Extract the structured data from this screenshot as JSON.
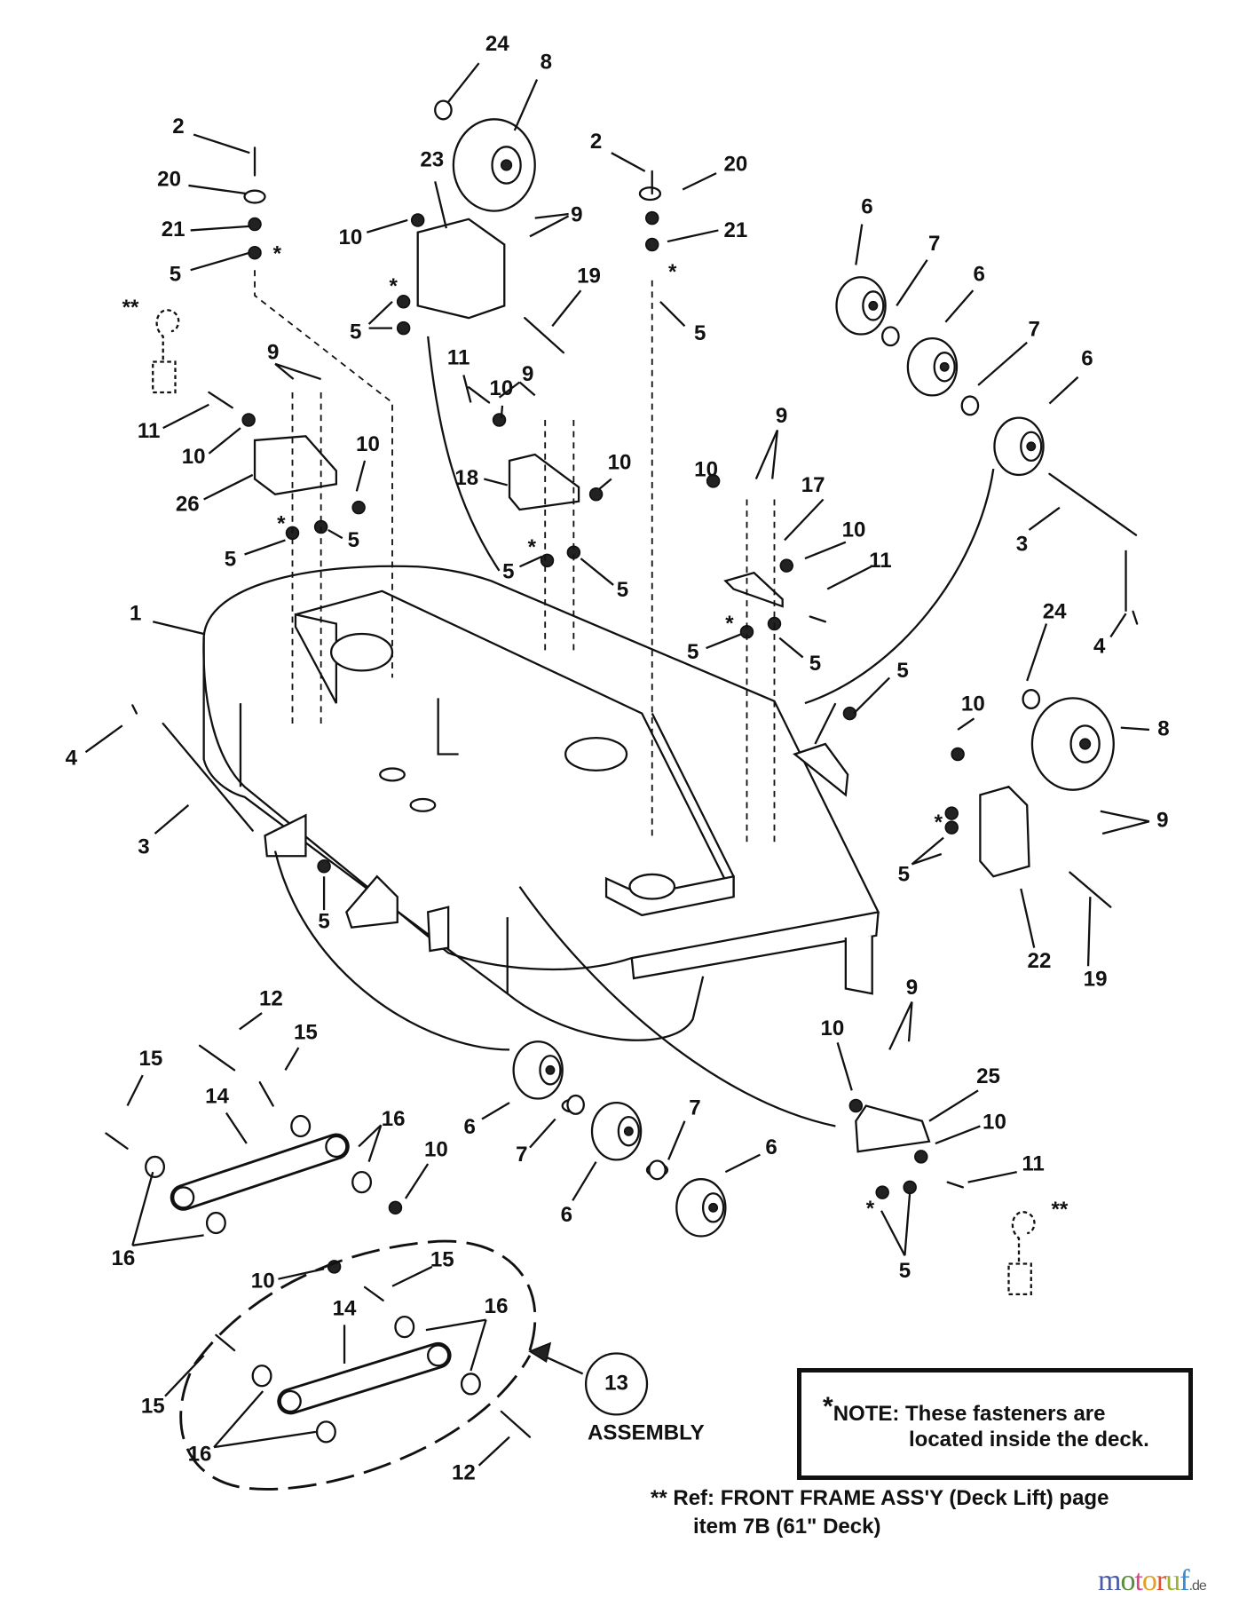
{
  "diagram": {
    "callouts": [
      "24",
      "8",
      "2",
      "20",
      "21",
      "5",
      "23",
      "10",
      "9",
      "5",
      "19",
      "2",
      "20",
      "21",
      "5",
      "6",
      "7",
      "6",
      "7",
      "6",
      "11",
      "10",
      "9",
      "18",
      "10",
      "5",
      "5",
      "9",
      "11",
      "10",
      "26",
      "10",
      "5",
      "5",
      "9",
      "10",
      "17",
      "10",
      "11",
      "5",
      "5",
      "3",
      "4",
      "1",
      "4",
      "3",
      "5",
      "5",
      "24",
      "10",
      "8",
      "9",
      "5",
      "22",
      "19",
      "12",
      "15",
      "15",
      "14",
      "16",
      "16",
      "10",
      "6",
      "7",
      "7",
      "6",
      "6",
      "9",
      "10",
      "25",
      "10",
      "11",
      "5",
      "10",
      "15",
      "14",
      "16",
      "15",
      "16",
      "12"
    ],
    "star_marker": "*",
    "double_star_marker": "**",
    "assembly_number": "13",
    "assembly_label": "ASSEMBLY"
  },
  "note": {
    "star": "*",
    "line1": "NOTE: These fasteners are",
    "line2": "located inside the deck."
  },
  "reference": {
    "stars": "**",
    "line1": "Ref: FRONT FRAME ASS'Y (Deck Lift) page",
    "line2": "item 7B (61\" Deck)"
  },
  "watermark": {
    "text": "motoruf",
    "suffix": ".de",
    "colors": [
      "#4a5aa8",
      "#5a8a3a",
      "#d04a8a",
      "#e0a020",
      "#e05030",
      "#a0b030",
      "#3a8ad0"
    ]
  }
}
